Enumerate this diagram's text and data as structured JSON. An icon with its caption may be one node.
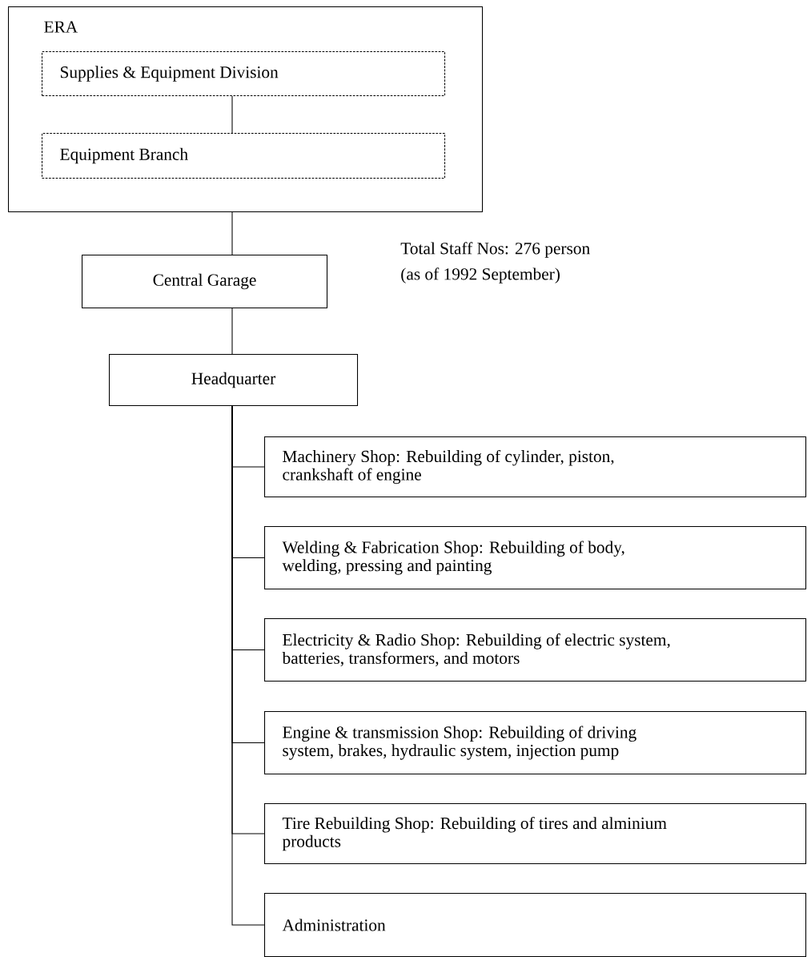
{
  "diagram": {
    "nodes": [
      {
        "text": [
          "ERA"
        ]
      },
      {
        "text": [
          "Supplies & Equipment Division"
        ],
        "in": 0
      },
      {
        "text": [
          "Equipment Branch"
        ],
        "in": 0
      },
      {
        "text": [
          "Central Garage"
        ]
      },
      {
        "text": [
          "Headquarter"
        ]
      },
      {
        "text": [
          "Machinery Shop:  Rebuilding of cylinder, piston, crankshaft of engine"
        ]
      },
      {
        "text": [
          "Welding & Fabrication Shop:  Rebuilding of body, welding, pressing and painting"
        ]
      },
      {
        "text": [
          "Electricity & Radio Shop:  Rebuilding of electric system, batteries,  transformers, and motors"
        ]
      },
      {
        "text": [
          "Engine & transmission Shop:  Rebuilding of driving system, brakes, hydraulic system, injection pump"
        ]
      },
      {
        "text": [
          "Tire Rebuilding Shop:  Rebuilding of tires and alminium products"
        ]
      },
      {
        "text": [
          "Administration"
        ]
      }
    ],
    "edges": [
      {
        "from": 1,
        "to": 2,
        "arrow": "none"
      },
      {
        "from": 0,
        "to": 3,
        "arrow": "none"
      },
      {
        "from": 3,
        "to": 4,
        "arrow": "none"
      },
      {
        "from": 4,
        "to": 5,
        "arrow": "none"
      },
      {
        "from": 4,
        "to": 6,
        "arrow": "none"
      },
      {
        "from": 4,
        "to": 7,
        "arrow": "none"
      },
      {
        "from": 4,
        "to": 8,
        "arrow": "none"
      },
      {
        "from": 4,
        "to": 9,
        "arrow": "none"
      },
      {
        "from": 4,
        "to": 10,
        "arrow": "none"
      }
    ],
    "labels": [
      "Total Staff Nos:  276 person",
      "(as of 1992 September)"
    ]
  }
}
